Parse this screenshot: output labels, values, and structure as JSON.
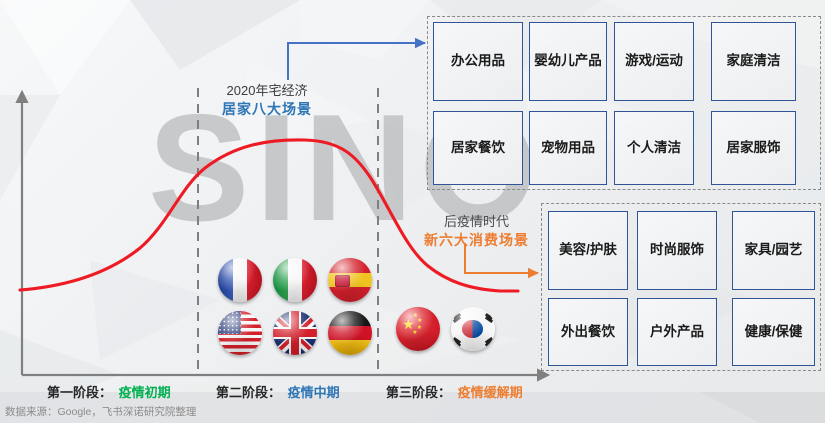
{
  "watermark": "SINO",
  "annotations": {
    "home_economy": {
      "line1": "2020年宅经济",
      "line2": "居家八大场景",
      "color": "#2e75b6"
    },
    "post_pandemic": {
      "line1": "后疫情时代",
      "line2": "新六大消费场景",
      "color": "#ed7d31"
    }
  },
  "phases": [
    {
      "prefix": "第一阶段：",
      "label": "疫情初期",
      "color": "#00b050"
    },
    {
      "prefix": "第二阶段：",
      "label": "疫情中期",
      "color": "#2e75b6"
    },
    {
      "prefix": "第三阶段：",
      "label": "疫情缓解期",
      "color": "#ed7d31"
    }
  ],
  "source": "数据来源：Google，飞书深诺研究院整理",
  "flags": [
    {
      "name": "france",
      "label": "法国",
      "phase": 2,
      "row": 1,
      "col": 1
    },
    {
      "name": "italy",
      "label": "意大利",
      "phase": 2,
      "row": 1,
      "col": 2
    },
    {
      "name": "spain",
      "label": "西班牙",
      "phase": 2,
      "row": 1,
      "col": 3
    },
    {
      "name": "united-states",
      "label": "美国",
      "phase": 2,
      "row": 2,
      "col": 1
    },
    {
      "name": "united-kingdom",
      "label": "英国",
      "phase": 2,
      "row": 2,
      "col": 2
    },
    {
      "name": "germany",
      "label": "德国",
      "phase": 2,
      "row": 2,
      "col": 3
    },
    {
      "name": "china",
      "label": "中国",
      "phase": 3,
      "row": 2,
      "col": 1
    },
    {
      "name": "south-korea",
      "label": "韩国",
      "phase": 3,
      "row": 2,
      "col": 2
    }
  ],
  "scene_groups": {
    "home": {
      "arrow_color": "#4472c4",
      "cells": [
        "办公用品",
        "婴幼儿产品",
        "游戏/运动",
        "家庭清洁",
        "居家餐饮",
        "宠物用品",
        "个人清洁",
        "居家服饰"
      ]
    },
    "post": {
      "arrow_color": "#ed7d31",
      "cells": [
        "美容/护肤",
        "时尚服饰",
        "家具/园艺",
        "外出餐饮",
        "户外产品",
        "健康/保健"
      ]
    }
  },
  "chart_data": {
    "type": "line",
    "title": "",
    "xlabel": "",
    "ylabel": "",
    "series": [
      {
        "name": "宅经济需求曲线",
        "color": "#ee1b24",
        "points": [
          [
            20,
            290
          ],
          [
            60,
            283
          ],
          [
            100,
            271
          ],
          [
            140,
            249
          ],
          [
            170,
            215
          ],
          [
            200,
            175
          ],
          [
            230,
            154
          ],
          [
            265,
            144
          ],
          [
            300,
            140
          ],
          [
            330,
            142
          ],
          [
            355,
            153
          ],
          [
            380,
            178
          ],
          [
            405,
            218
          ],
          [
            430,
            258
          ],
          [
            455,
            280
          ],
          [
            480,
            289
          ],
          [
            518,
            291
          ]
        ]
      }
    ],
    "phase_dividers_x": [
      198,
      378
    ],
    "grid": false,
    "legend": null
  }
}
